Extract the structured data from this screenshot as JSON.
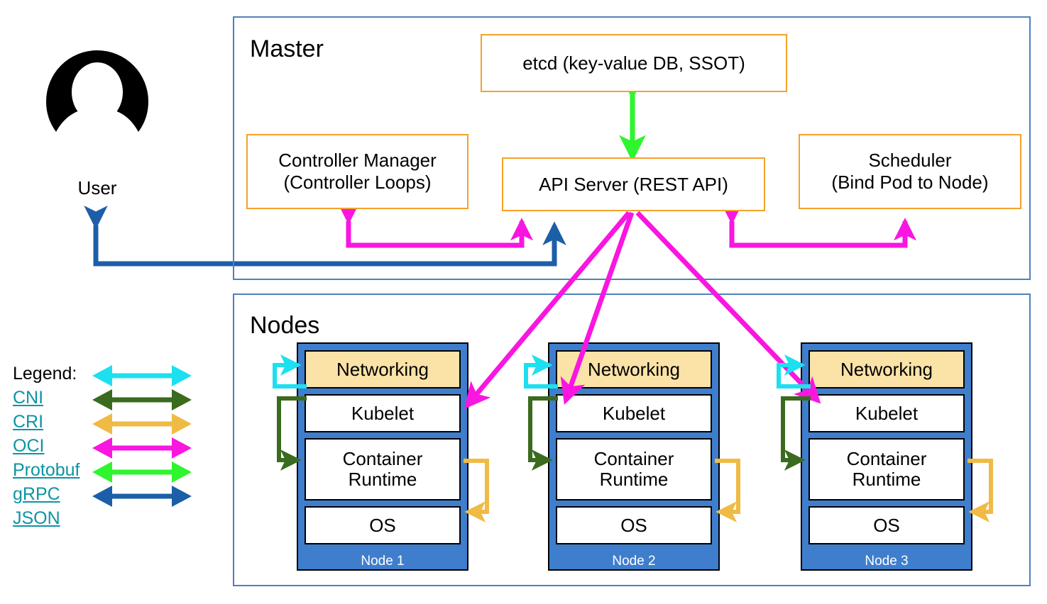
{
  "diagram": {
    "title_master": "Master",
    "title_nodes": "Nodes",
    "user_label": "User",
    "user_icon": "user-avatar-icon"
  },
  "master": {
    "boxes": [
      {
        "id": "etcd",
        "line1": "etcd (key-value DB, SSOT)",
        "line2": ""
      },
      {
        "id": "controller-manager",
        "line1": "Controller Manager",
        "line2": "(Controller Loops)"
      },
      {
        "id": "api-server",
        "line1": "API Server (REST API)",
        "line2": ""
      },
      {
        "id": "scheduler",
        "line1": "Scheduler",
        "line2": "(Bind Pod to Node)"
      }
    ]
  },
  "nodes": [
    {
      "name": "Node 1",
      "rows": [
        {
          "id": "networking",
          "line1": "Networking",
          "line2": ""
        },
        {
          "id": "kubelet",
          "line1": "Kubelet",
          "line2": ""
        },
        {
          "id": "container-runtime",
          "line1": "Container",
          "line2": "Runtime"
        },
        {
          "id": "os",
          "line1": "OS",
          "line2": ""
        }
      ]
    },
    {
      "name": "Node 2",
      "rows": [
        {
          "id": "networking",
          "line1": "Networking",
          "line2": ""
        },
        {
          "id": "kubelet",
          "line1": "Kubelet",
          "line2": ""
        },
        {
          "id": "container-runtime",
          "line1": "Container",
          "line2": "Runtime"
        },
        {
          "id": "os",
          "line1": "OS",
          "line2": ""
        }
      ]
    },
    {
      "name": "Node 3",
      "rows": [
        {
          "id": "networking",
          "line1": "Networking",
          "line2": ""
        },
        {
          "id": "kubelet",
          "line1": "Kubelet",
          "line2": ""
        },
        {
          "id": "container-runtime",
          "line1": "Container",
          "line2": "Runtime"
        },
        {
          "id": "os",
          "line1": "OS",
          "line2": ""
        }
      ]
    }
  ],
  "legend": {
    "title": "Legend:",
    "items": [
      {
        "label": "CNI",
        "color": "#1ce0f0"
      },
      {
        "label": "CRI",
        "color": "#3a6b1e"
      },
      {
        "label": "OCI",
        "color": "#efbb45"
      },
      {
        "label": "Protobuf",
        "color": "#f916e0"
      },
      {
        "label": "gRPC",
        "color": "#2ef52e"
      },
      {
        "label": "JSON",
        "color": "#1d5ea8"
      }
    ]
  },
  "colors": {
    "frame_blue": "#4e81bd",
    "box_orange": "#f5a12a",
    "node_blue": "#3f7ecd",
    "networking_tan": "#fbe2a7",
    "legend_link": "#0d94a3",
    "cni_cyan": "#1ce0f0",
    "cri_green": "#3a6b1e",
    "oci_gold": "#efbb45",
    "protobuf_magenta": "#f916e0",
    "grpc_green": "#2ef52e",
    "json_blue": "#1d5ea8"
  }
}
